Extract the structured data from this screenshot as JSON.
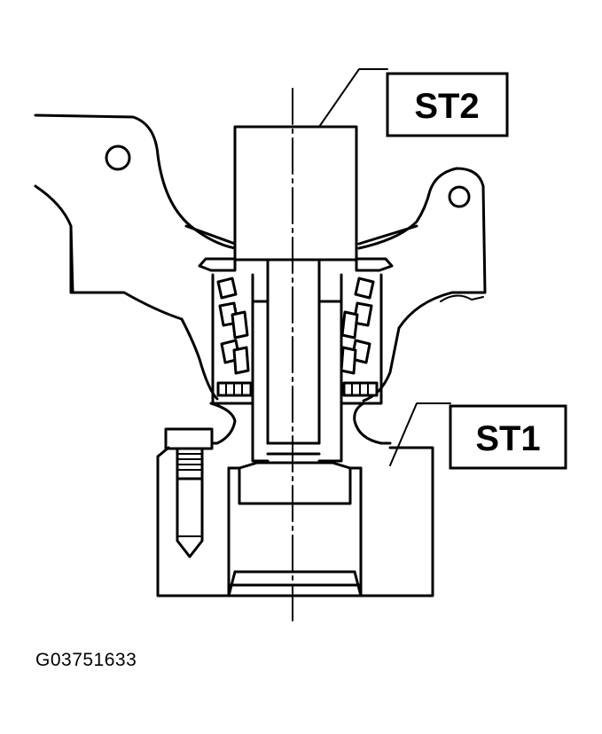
{
  "labels": {
    "st2": "ST2",
    "st1": "ST1"
  },
  "figure_id": "G03751633"
}
